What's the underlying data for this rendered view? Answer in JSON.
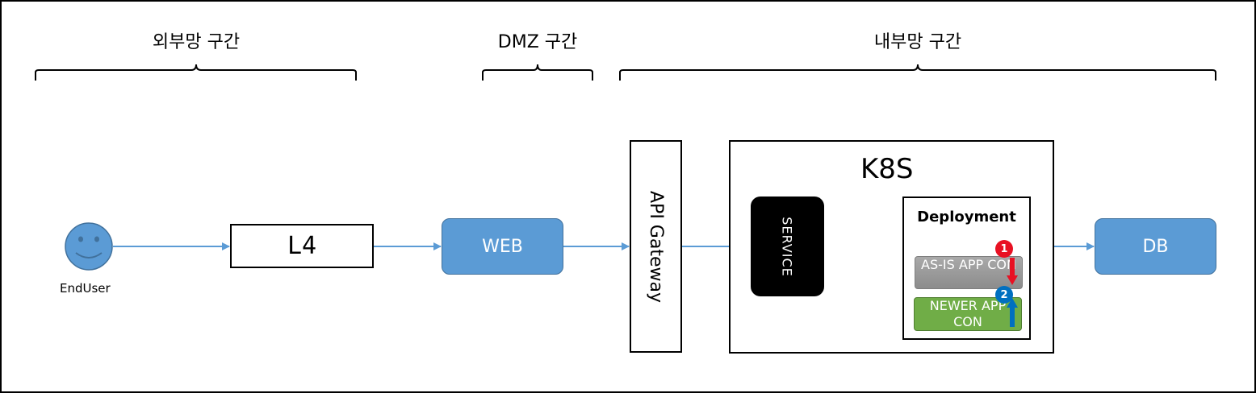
{
  "zones": {
    "external": "외부망 구간",
    "dmz": "DMZ 구간",
    "internal": "내부망 구간"
  },
  "nodes": {
    "enduser": "EndUser",
    "l4": "L4",
    "web": "WEB",
    "api_gateway": "API Gateway",
    "k8s": "K8S",
    "service": "SERVICE",
    "deployment": "Deployment",
    "asis_app": "AS-IS APP CON",
    "newer_app": "NEWER APP CON",
    "db": "DB"
  },
  "badges": {
    "step1": "1",
    "step2": "2"
  },
  "colors": {
    "node_blue": "#5b9bd5",
    "arrow": "#5b9bd5",
    "newer_green": "#70ad47",
    "asis_gray": "#a6a6a6",
    "badge_red": "#e81123",
    "badge_blue": "#0070c0"
  },
  "icons": {
    "enduser": "smiley-face-icon",
    "down_arrow": "red-down-arrow-icon",
    "up_arrow": "blue-up-arrow-icon"
  }
}
